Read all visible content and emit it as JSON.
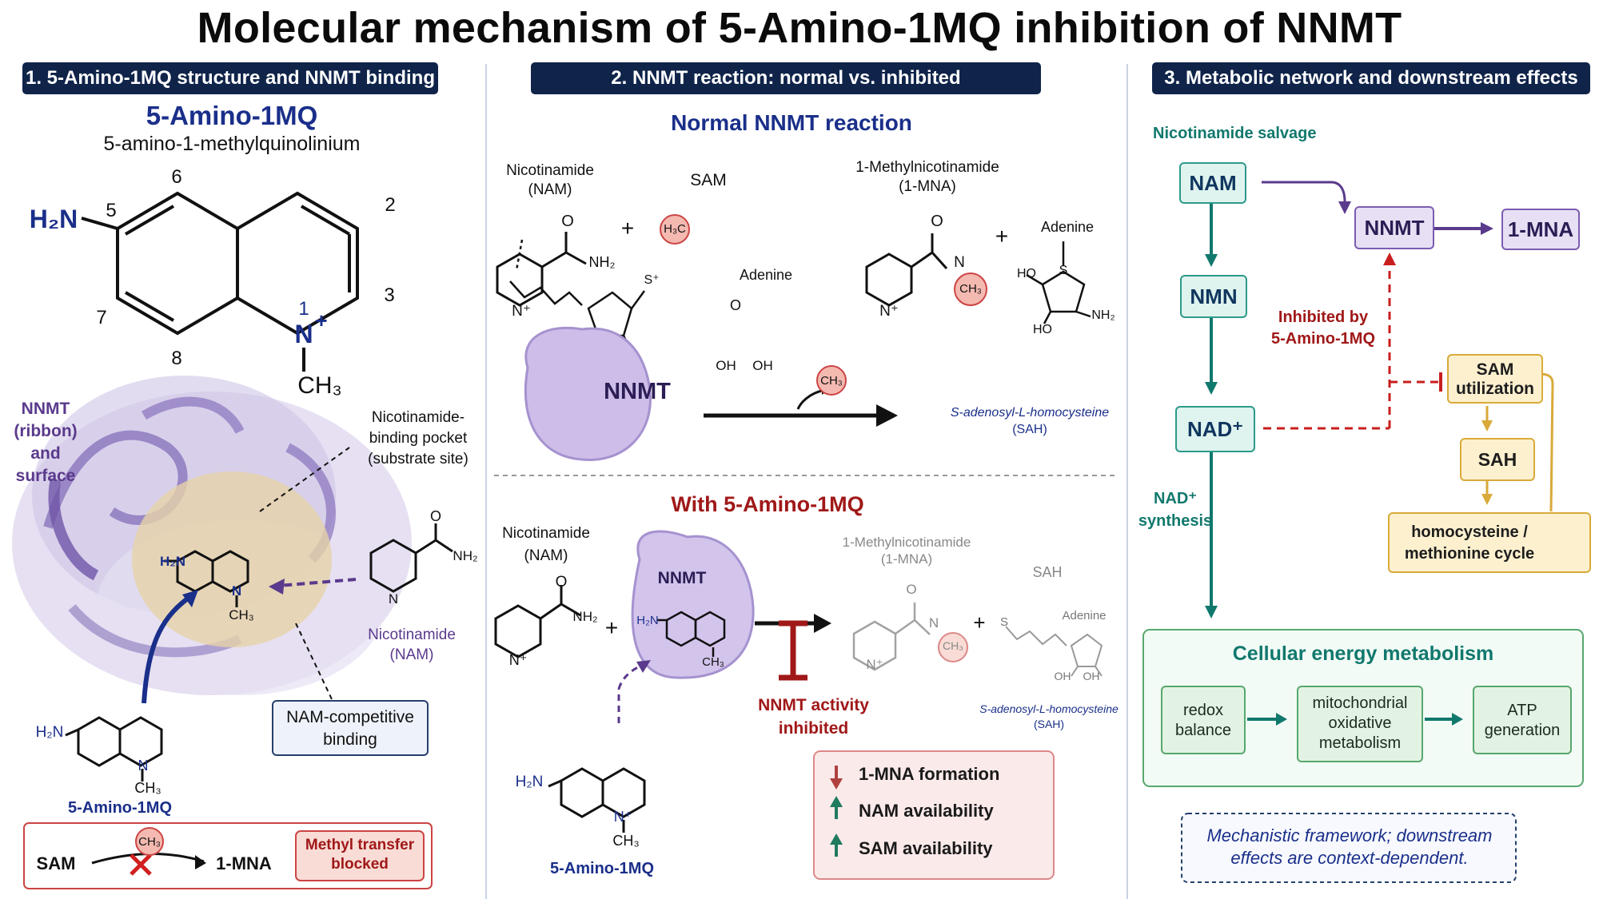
{
  "title": "Molecular mechanism of 5-Amino-1MQ inhibition of NNMT",
  "sections": [
    {
      "label": "1. 5-Amino-1MQ structure and NNMT binding"
    },
    {
      "label": "2. NNMT reaction: normal vs. inhibited"
    },
    {
      "label": "3. Metabolic network and downstream effects"
    }
  ],
  "panel1": {
    "compound_name": "5-Amino-1MQ",
    "compound_iupac": "5-amino-1-methylquinolinium",
    "amine_group": "H₂N",
    "ring_n": "N",
    "ring_plus": "+",
    "methyl": "CH₃",
    "positions": [
      "6",
      "2",
      "5",
      "3",
      "7",
      "1",
      "8"
    ],
    "nnmt_label": [
      "NNMT",
      "(ribbon)",
      "and surface"
    ],
    "pocket_label": [
      "Nicotinamide-",
      "binding pocket",
      "(substrate site)"
    ],
    "nam_label": [
      "Nicotinamide",
      "(NAM)"
    ],
    "competitive_label": [
      "NAM-competitive",
      "binding"
    ],
    "small_compound_label": "5-Amino-1MQ",
    "sam_text": "SAM",
    "ch3_text": "CH₃",
    "mna_text": "1-MNA",
    "blocked_label": [
      "Methyl transfer",
      "blocked"
    ],
    "amide_o": "O",
    "amide_nh2": "NH₂",
    "pyridine_n": "N"
  },
  "panel2": {
    "normal_title": "Normal NNMT reaction",
    "nam_label": [
      "Nicotinamide",
      "(NAM)"
    ],
    "sam_label": "SAM",
    "mna_label": [
      "1-Methylnicotinamide",
      "(1-MNA)"
    ],
    "plus": "+",
    "adenine": "Adenine",
    "h3c": "H₃C",
    "ch3": "CH₃",
    "s_plus": "S⁺",
    "s": "S",
    "o": "O",
    "oh": "OH",
    "ho": "HO",
    "nh2": "NH₂",
    "n_plus": "N⁺",
    "n": "N",
    "enzyme": "NNMT",
    "sah_label": [
      "S-adenosyl-L-homocysteine",
      "(SAH)"
    ],
    "inhib_title": "With 5-Amino-1MQ",
    "sah_short": "SAH",
    "inhibited_label": [
      "NNMT activity",
      "inhibited"
    ],
    "compound_label": "5-Amino-1MQ",
    "effects": [
      {
        "direction": "down",
        "text": "1-MNA formation"
      },
      {
        "direction": "up",
        "text": "NAM availability"
      },
      {
        "direction": "up",
        "text": "SAM availability"
      }
    ]
  },
  "panel3": {
    "salvage_label": "Nicotinamide salvage",
    "nam": "NAM",
    "nmn": "NMN",
    "nad": "NAD⁺",
    "nnmt": "NNMT",
    "mna": "1-MNA",
    "inhibited_by": [
      "Inhibited by",
      "5-Amino-1MQ"
    ],
    "sam_util": [
      "SAM",
      "utilization"
    ],
    "sah": "SAH",
    "cycle": [
      "homocysteine /",
      "methionine cycle"
    ],
    "nad_synth": [
      "NAD⁺",
      "synthesis"
    ],
    "energy_title": "Cellular energy metabolism",
    "energy_nodes": [
      [
        "redox",
        "balance"
      ],
      [
        "mitochondrial",
        "oxidative",
        "metabolism"
      ],
      [
        "ATP",
        "generation"
      ]
    ],
    "footnote": [
      "Mechanistic framework; downstream",
      "effects are context-dependent."
    ]
  },
  "colors": {
    "navy": "#10244a",
    "teal": "#2c9a8a",
    "purple": "#7c5cb0",
    "red": "#c81e1e",
    "gold": "#d9aa3a",
    "green": "#56a86d"
  }
}
